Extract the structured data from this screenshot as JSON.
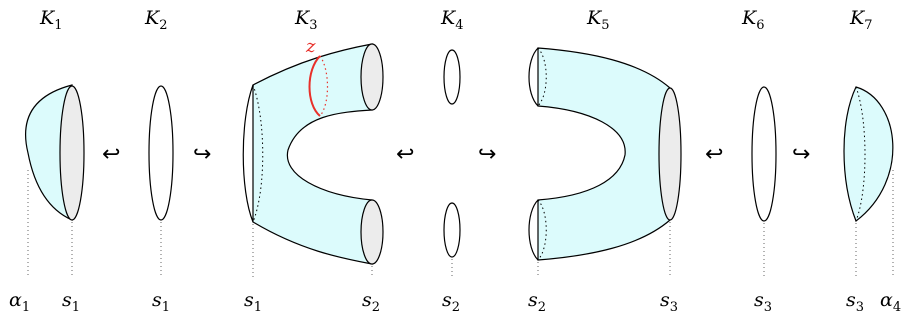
{
  "colors": {
    "surface": "#dcfbfc",
    "cap": "#ececec",
    "curve": "#e8302a"
  },
  "top_labels": [
    {
      "base": "K",
      "sub": "1"
    },
    {
      "base": "K",
      "sub": "2"
    },
    {
      "base": "K",
      "sub": "3"
    },
    {
      "base": "K",
      "sub": "4"
    },
    {
      "base": "K",
      "sub": "5"
    },
    {
      "base": "K",
      "sub": "6"
    },
    {
      "base": "K",
      "sub": "7"
    }
  ],
  "arrows": [
    "↩",
    "↪",
    "↩",
    "↪",
    "↩",
    "↪"
  ],
  "bottom_labels": [
    {
      "base": "α",
      "sub": "1"
    },
    {
      "base": "s",
      "sub": "1"
    },
    {
      "base": "s",
      "sub": "1"
    },
    {
      "base": "s",
      "sub": "1"
    },
    {
      "base": "s",
      "sub": "2"
    },
    {
      "base": "s",
      "sub": "2"
    },
    {
      "base": "s",
      "sub": "2"
    },
    {
      "base": "s",
      "sub": "3"
    },
    {
      "base": "s",
      "sub": "3"
    },
    {
      "base": "s",
      "sub": "3"
    },
    {
      "base": "α",
      "sub": "4"
    }
  ],
  "curve_label": "z"
}
